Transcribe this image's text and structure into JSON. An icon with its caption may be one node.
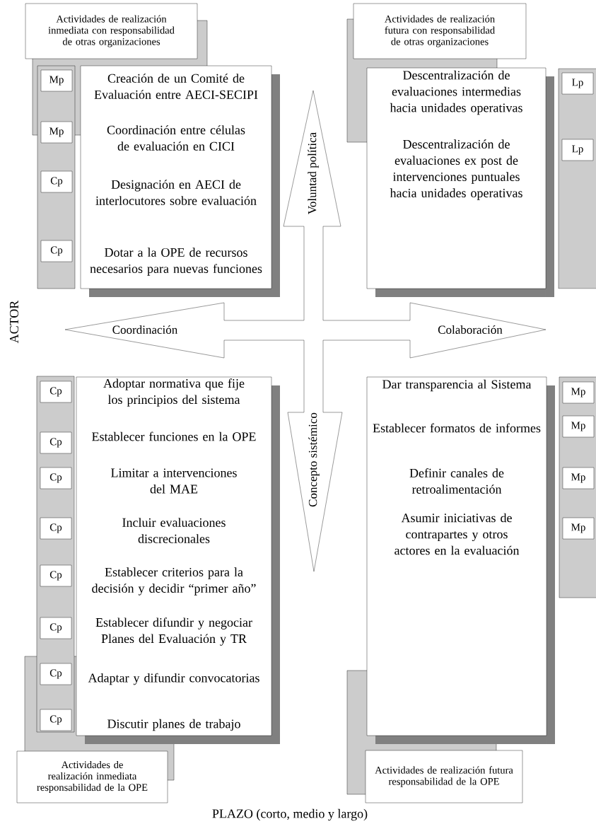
{
  "diagram": {
    "nodes": [
      {
        "text": [
          "Actividades de realización inmediata con responsabilidad de otras organizaciones"
        ]
      },
      {
        "text": [
          "Actividades de realización futura con responsabilidad de otras organizaciones"
        ]
      },
      {
        "text": [],
        "shape": "bar"
      },
      {
        "text": [
          "Mp"
        ],
        "in": 2
      },
      {
        "text": [
          "Mp"
        ],
        "in": 2
      },
      {
        "text": [
          "Cp"
        ],
        "in": 2
      },
      {
        "text": [
          "Cp"
        ],
        "in": 2
      },
      {
        "text": [
          "Creación de un Comité de Evaluación entre AECI-SECIPI",
          "Coordinación entre células de evaluación en CICI",
          "Designación en AECI de interlocutores sobre evaluación",
          "Dotar a la OPE de recursos necesarios para nuevas funciones"
        ]
      },
      {
        "text": [
          "Voluntad política"
        ]
      },
      {
        "text": [
          "Descentralización de evaluaciones intermedias hacia unidades operativas",
          "Descentralización de evaluaciones ex post de intervenciones puntuales hacia unidades operativas"
        ]
      },
      {
        "text": [],
        "shape": "bar"
      },
      {
        "text": [
          "Lp"
        ],
        "in": 10
      },
      {
        "text": [
          "Lp"
        ],
        "in": 10
      },
      {
        "text": [
          "Coordinación"
        ]
      },
      {
        "text": [
          "Colaboración"
        ]
      },
      {
        "text": [],
        "shape": "bar"
      },
      {
        "text": [
          "Cp"
        ],
        "in": 15
      },
      {
        "text": [
          "Cp"
        ],
        "in": 15
      },
      {
        "text": [
          "Cp"
        ],
        "in": 15
      },
      {
        "text": [
          "Cp"
        ],
        "in": 15
      },
      {
        "text": [
          "Cp"
        ],
        "in": 15
      },
      {
        "text": [
          "Cp"
        ],
        "in": 15
      },
      {
        "text": [
          "Cp"
        ],
        "in": 15
      },
      {
        "text": [
          "Cp"
        ],
        "in": 15
      },
      {
        "text": [
          "Adoptar normativa que fije los principios del sistema",
          "Establecer funciones en la OPE",
          "Limitar a intervenciones del MAE",
          "Incluir evaluaciones discrecionales",
          "Establecer criterios para la decisión y decidir “primer año”",
          "Establecer difundir y negociar Planes del Evaluación y TR",
          "Adaptar y difundir convocatorias",
          "Discutir planes de trabajo"
        ]
      },
      {
        "text": [
          "Concepto sistémico"
        ]
      },
      {
        "text": [
          "Dar transparencia al Sistema",
          "Establecer formatos de informes",
          "Definir canales de retroalimentación",
          "Asumir iniciativas de contrapartes y otros actores en la evaluación"
        ]
      },
      {
        "text": [],
        "shape": "bar"
      },
      {
        "text": [
          "Mp"
        ],
        "in": 27
      },
      {
        "text": [
          "Mp"
        ],
        "in": 27
      },
      {
        "text": [
          "Mp"
        ],
        "in": 27
      },
      {
        "text": [
          "Mp"
        ],
        "in": 27
      },
      {
        "text": [
          "Actividades de realización inmediata responsabilidad de la OPE"
        ]
      },
      {
        "text": [
          "Actividades de realización futura responsabilidad de la OPE"
        ]
      }
    ],
    "labels": [
      "ACTOR",
      "PLAZO (corto, medio y largo)"
    ]
  }
}
